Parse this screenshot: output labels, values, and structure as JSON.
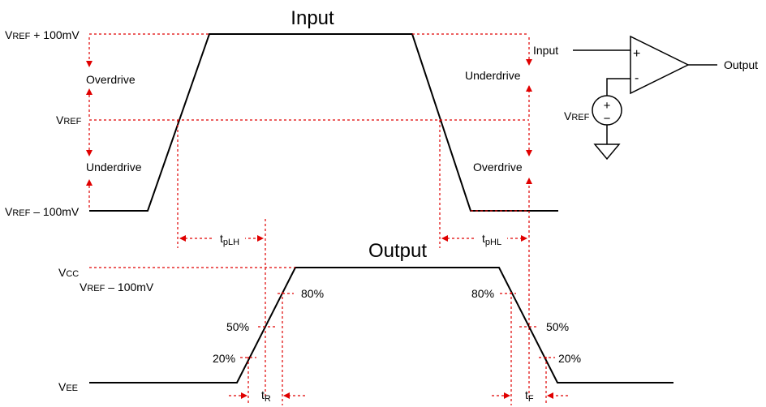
{
  "titles": {
    "input": "Input",
    "output": "Output"
  },
  "input_labels": {
    "vref_plus_main": "V",
    "vref_plus_sub": "REF",
    "vref_plus_rest": " + 100mV",
    "vref_main": "V",
    "vref_sub": "REF",
    "vref_minus_main": "V",
    "vref_minus_sub": "REF",
    "vref_minus_rest": " – 100mV",
    "overdrive_left": "Overdrive",
    "underdrive_left": "Underdrive",
    "underdrive_right": "Underdrive",
    "overdrive_right": "Overdrive"
  },
  "timing_labels": {
    "tplh_main": "t",
    "tplh_sub": "pLH",
    "tphl_main": "t",
    "tphl_sub": "pHL",
    "tr_main": "t",
    "tr_sub": "R",
    "tf_main": "t",
    "tf_sub": "F"
  },
  "output_labels": {
    "vcc_main": "V",
    "vcc_sub": "CC",
    "vref_m_main": "V",
    "vref_m_sub": "REF",
    "vref_m_rest": " – 100mV",
    "vee_main": "V",
    "vee_sub": "EE",
    "pct_80_left": "80%",
    "pct_50_left": "50%",
    "pct_20_left": "20%",
    "pct_80_right": "80%",
    "pct_50_right": "50%",
    "pct_20_right": "20%"
  },
  "circuit": {
    "input_label": "Input",
    "output_label": "Output",
    "plus_sign": "+",
    "minus_sign": "-",
    "vref_main": "V",
    "vref_sub": "REF",
    "src_plus": "+",
    "src_minus": "−"
  },
  "colors": {
    "signal": "#000000",
    "annotation": "#e00000"
  }
}
